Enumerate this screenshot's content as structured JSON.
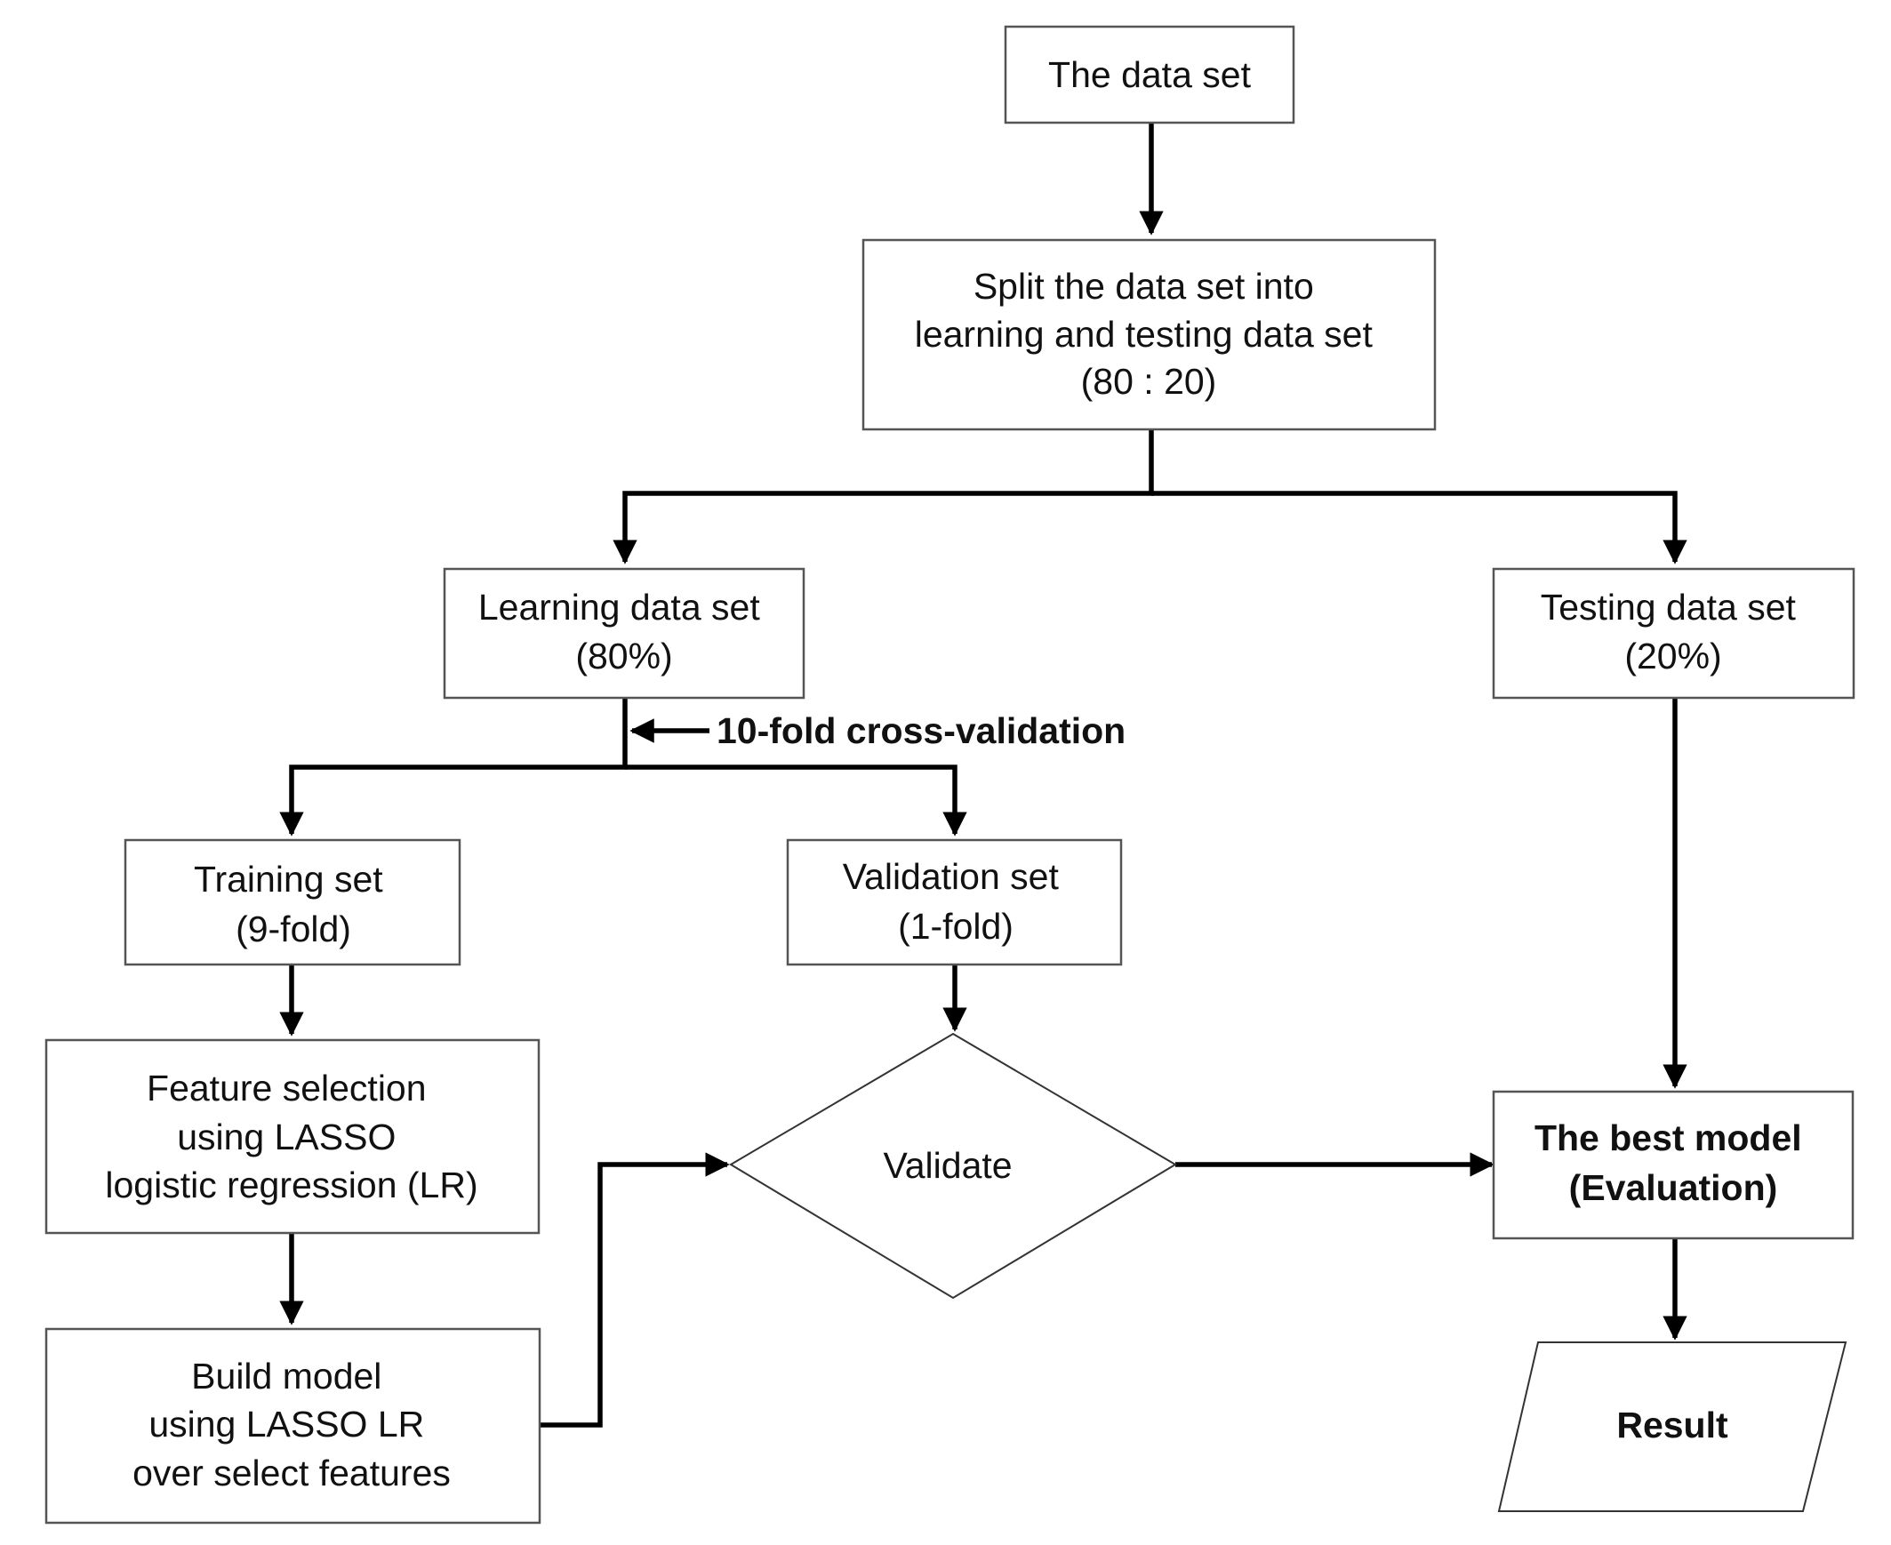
{
  "nodes": {
    "data_set": {
      "lines": [
        "The data set"
      ]
    },
    "split": {
      "lines": [
        "Split the data set into",
        "learning and testing data set",
        "(80 : 20)"
      ]
    },
    "learning": {
      "lines": [
        "Learning data set",
        "(80%)"
      ]
    },
    "testing": {
      "lines": [
        "Testing data set",
        "(20%)"
      ]
    },
    "training": {
      "lines": [
        "Training set",
        "(9-fold)"
      ]
    },
    "validation": {
      "lines": [
        "Validation set",
        "(1-fold)"
      ]
    },
    "feature_selection": {
      "lines": [
        "Feature selection",
        "using LASSO",
        "logistic regression (LR)"
      ]
    },
    "build_model": {
      "lines": [
        "Build model",
        "using LASSO LR",
        "over select features"
      ]
    },
    "validate": {
      "lines": [
        "Validate"
      ]
    },
    "best_model": {
      "lines": [
        "The best model",
        "(Evaluation)"
      ]
    },
    "result": {
      "lines": [
        "Result"
      ]
    }
  },
  "edge_labels": {
    "cross_validation": "10-fold cross-validation"
  },
  "colors": {
    "line": "#000000",
    "box_border": "#555555",
    "text": "#111111",
    "background": "#ffffff"
  }
}
